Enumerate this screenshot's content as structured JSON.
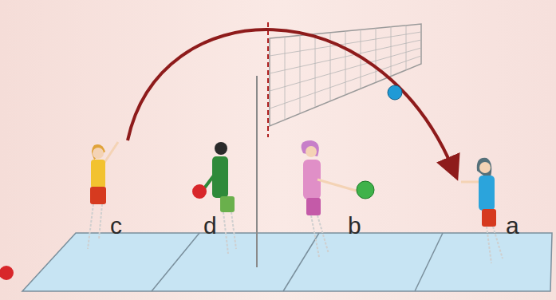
{
  "diagram": {
    "labels": [
      "c",
      "d",
      "b",
      "a"
    ]
  }
}
